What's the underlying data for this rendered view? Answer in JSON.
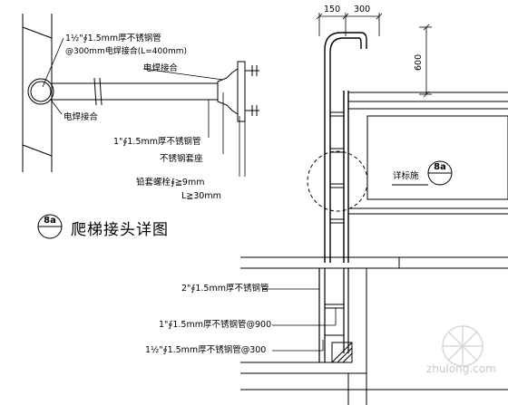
{
  "detail_labels": {
    "pipe_spec": "1½\"∮1.5mm厚不锈钢管",
    "pipe_spacing": "@300mm电焊接合(L=400mm)",
    "weld_right": "电焊接合",
    "weld_left": "电焊接合",
    "pipe_1inch": "1\"∮1.5mm厚不锈钢管",
    "sleeve": "不锈钢套座",
    "bolt": "铅套螺栓∮≧9mm",
    "bolt_length": "L≧30mm"
  },
  "title": {
    "index": "8a",
    "text": "爬梯接头详图"
  },
  "elevation": {
    "dim_150": "150",
    "dim_300": "300",
    "dim_600": "600",
    "detail_ref_text": "详标施",
    "detail_ref_index": "8a",
    "label_2inch": "2\"∮1.5mm厚不锈钢管",
    "label_1inch": "1\"∮1.5mm厚不锈钢管@900",
    "label_1half": "1½\"∮1.5mm厚不锈钢管@300"
  },
  "watermark": "zhulong.com"
}
